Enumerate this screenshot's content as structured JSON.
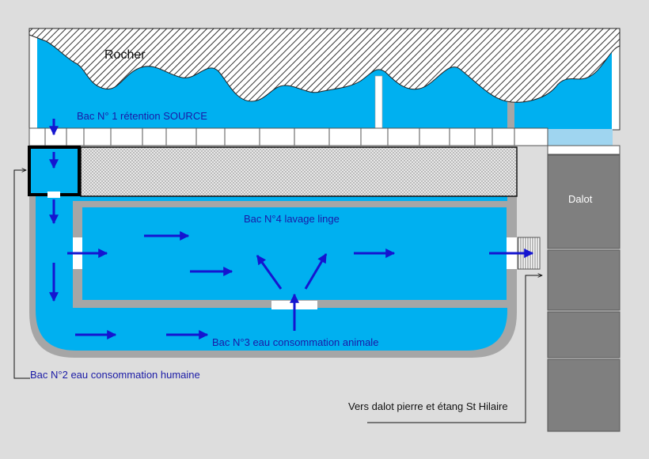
{
  "labels": {
    "rock": "Rocher",
    "bac1": "Bac N° 1 rétention SOURCE",
    "bac4": "Bac N°4 lavage linge",
    "bac3": "Bac N°3 eau consommation animale",
    "bac2": "Bac N°2 eau consommation humaine",
    "dalot": "Dalot",
    "outlet": "Vers dalot pierre et étang St Hilaire"
  },
  "colors": {
    "background": "#dddddd",
    "water": "#00b0f0",
    "stone": "#a6a6a6",
    "dalot": "#7f7f7f",
    "arrow": "#1515d0",
    "label_blue": "#1a1aa6"
  },
  "icons": [
    "flow-arrow-icon",
    "rock-hatch-pattern"
  ]
}
